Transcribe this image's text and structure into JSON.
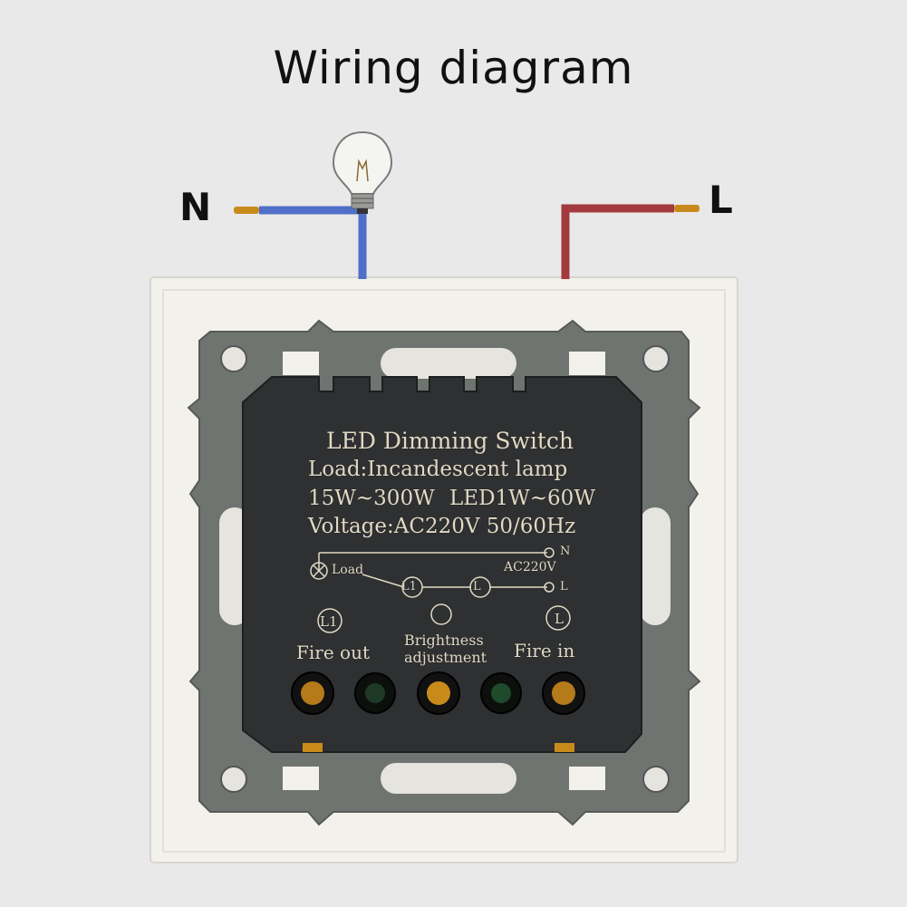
{
  "diagram": {
    "title": "Wiring diagram",
    "wire_labels": {
      "neutral": "N",
      "live": "L"
    },
    "colors": {
      "neutral_wire": "#4f6fc8",
      "live_wire": "#a23a3e",
      "copper": "#c98a1c",
      "frame_plate": "#f3f1ec",
      "bracket": "#6f7470",
      "module_body": "#2e3032",
      "print": "#e2d9c4"
    }
  },
  "module": {
    "title": "LED Dimming Switch",
    "load": "Load:Incandescent lamp",
    "watt_incandescent": "15W~300W",
    "watt_led": "LED1W~60W",
    "voltage": "Voltage:AC220V 50/60Hz",
    "schematic": {
      "load_label": "Load",
      "supply_label": "AC220V",
      "n_label": "N",
      "l_label": "L",
      "terminal_l1": "L1",
      "terminal_l": "L"
    },
    "terminals": {
      "left_symbol": "L1",
      "right_symbol": "L",
      "fire_out": "Fire out",
      "brightness_line1": "Brightness",
      "brightness_line2": "adjustment",
      "fire_in": "Fire in"
    }
  }
}
